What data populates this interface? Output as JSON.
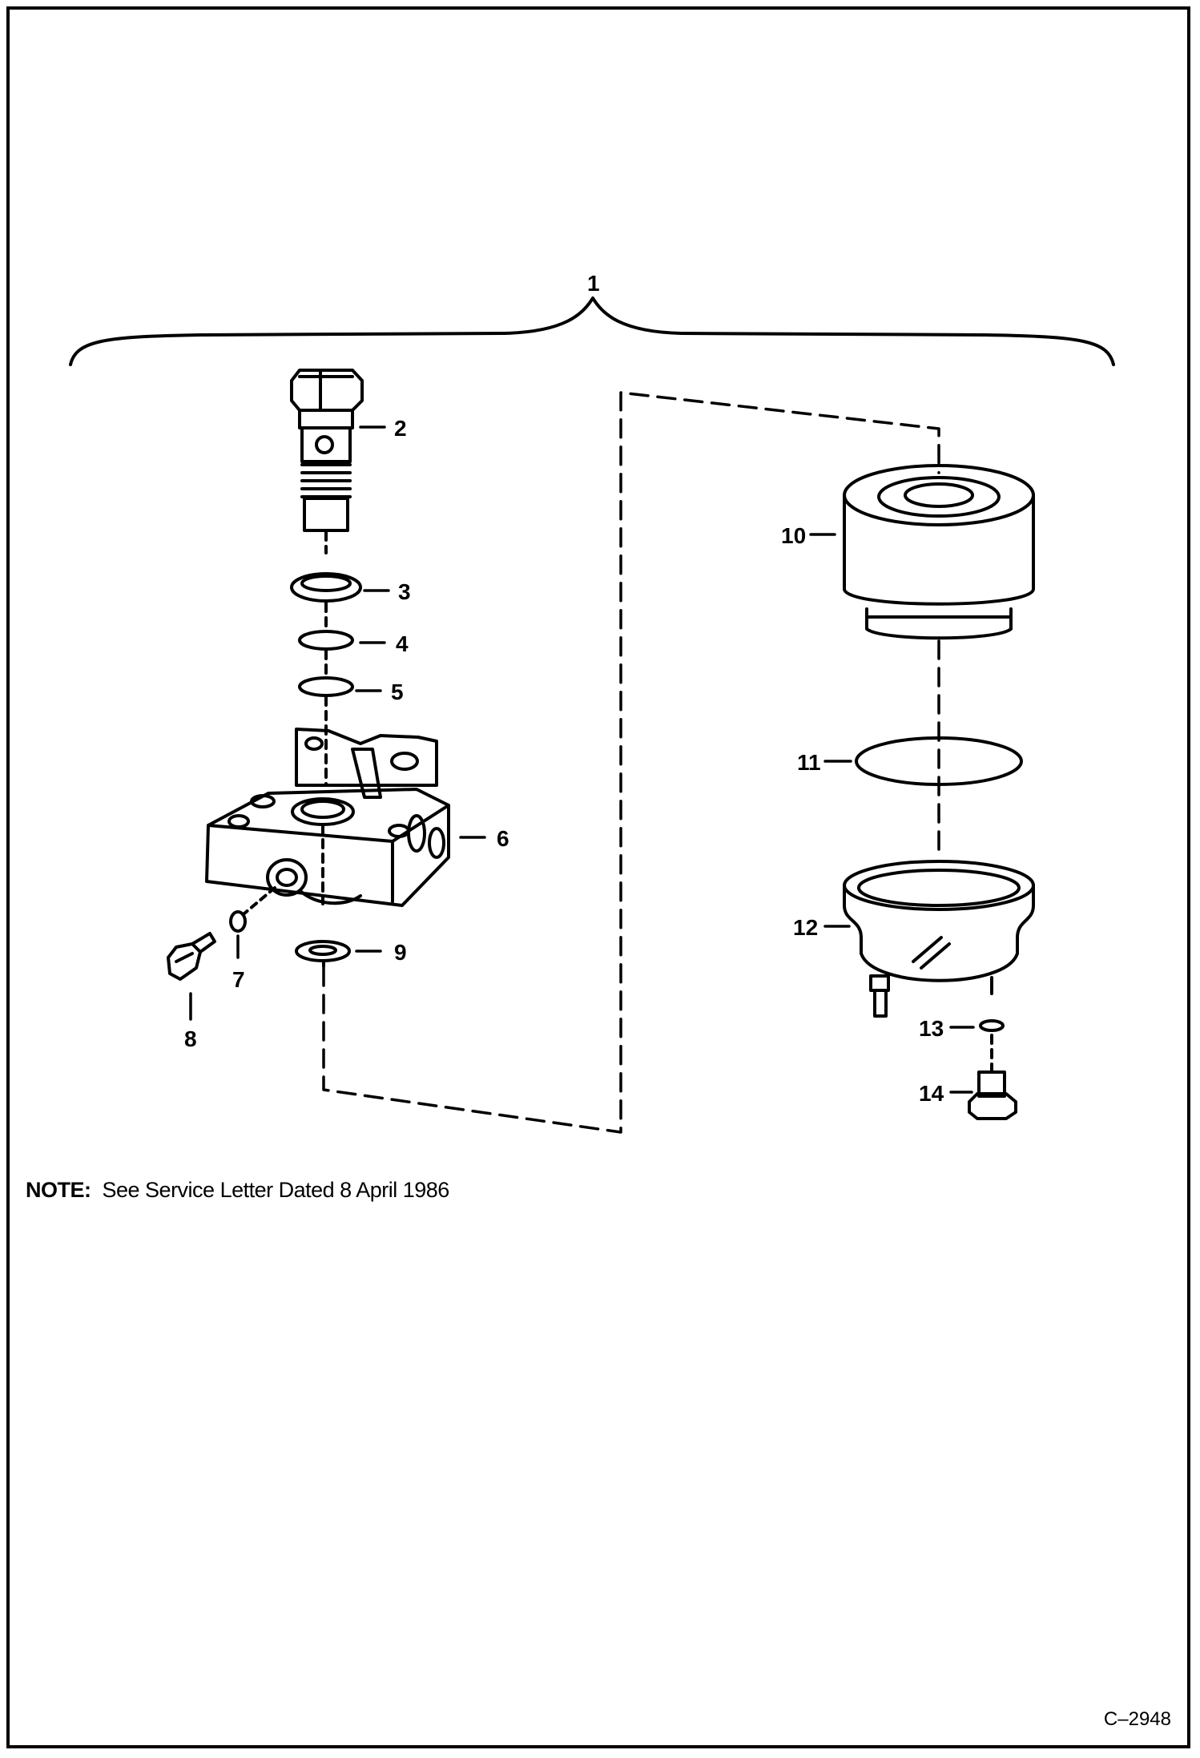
{
  "diagram": {
    "callouts": {
      "c1": "1",
      "c2": "2",
      "c3": "3",
      "c4": "4",
      "c5": "5",
      "c6": "6",
      "c7": "7",
      "c8": "8",
      "c9": "9",
      "c10": "10",
      "c11": "11",
      "c12": "12",
      "c13": "13",
      "c14": "14"
    }
  },
  "note": {
    "label": "NOTE:",
    "text": "See Service Letter Dated 8 April 1986"
  },
  "figure_ref": "C–2948"
}
